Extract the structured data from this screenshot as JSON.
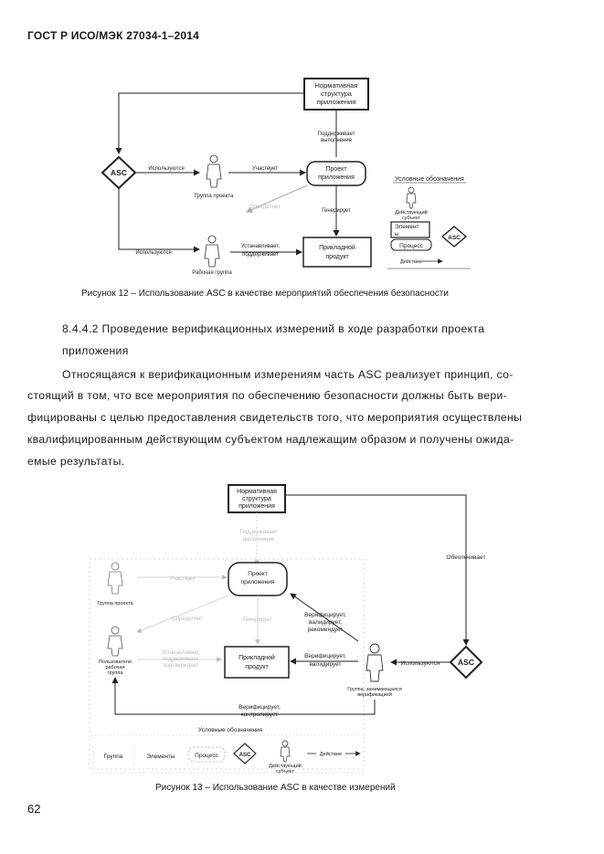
{
  "header": {
    "title": "ГОСТ Р ИСО/МЭК 27034-1–2014"
  },
  "figure12": {
    "norm_structure": [
      "Нормативная",
      "структура",
      "приложения"
    ],
    "asc": "ASC",
    "supports_executed": [
      "Поддерживает",
      "выполнение"
    ],
    "uses_top": "Используются",
    "participates": "Участвует",
    "project_group": "Группа проекта",
    "project_app": [
      "Проект",
      "приложения"
    ],
    "defines": "Определяет",
    "generates": "Генерирует",
    "uses_bottom": "Используются",
    "work_group": "Рабочая группа",
    "establishes": [
      "Устанавливает,",
      "поддерживает"
    ],
    "app_product": [
      "Прикладной",
      "продукт"
    ],
    "legend_title": "Условные обозначения",
    "legend_actor": [
      "Действующий",
      "субъект"
    ],
    "legend_elements": [
      "Элемент",
      "ы"
    ],
    "legend_process": "Процесс",
    "legend_asc": "ASC",
    "legend_action": "Действие",
    "caption": "Рисунок 12 – Использование ASC в качестве мероприятий обеспечения безопасности"
  },
  "section": {
    "heading_line1": "8.4.4.2 Проведение верификационных измерений в ходе разработки проекта",
    "heading_line2": "приложения",
    "p_line1": "Относящаяся к верификационным измерениям часть ASC реализует принцип, со-",
    "p_line2": "стоящий в том, что все мероприятия по обеспечению безопасности должны быть вери-",
    "p_line3": "фицированы с целью предоставления свидетельств того, что мероприятия осуществлены",
    "p_line4": "квалифицированным действующим субъектом надлежащим образом и получены ожида-",
    "p_line5": "емые результаты."
  },
  "figure13": {
    "norm_structure": [
      "Нормативная",
      "структура",
      "приложения"
    ],
    "faint_supports": [
      "Поддерживает",
      "выполнение"
    ],
    "ensures": "Обеспечивает",
    "project_group": "Группа проекта",
    "faint_participates": "Участвует",
    "project_app": [
      "Проект",
      "приложения"
    ],
    "faint_defines": "Определяет",
    "faint_generates": "Генерирует",
    "verifies_recommends": [
      "Верифицирует,",
      "валидирует,",
      "рекомендует"
    ],
    "work_group_users": [
      "Пользователи",
      "рабочая",
      "группа"
    ],
    "faint_establishes": [
      "Устанавливает,",
      "поддерживает,",
      "подтверждает"
    ],
    "app_product": [
      "Прикладной",
      "продукт"
    ],
    "verifies_validates": [
      "Верифицирует,",
      "валидирует"
    ],
    "uses": "Используются",
    "asc": "ASC",
    "verifying_group": [
      "Группа, занимающаяся",
      "верификацией"
    ],
    "verifies_controls": [
      "Верифицирует,",
      "контролирует"
    ],
    "legend_title": "Условные обозначения",
    "legend_group": "Группа",
    "legend_elements": "Элементы",
    "legend_process": "Процесс",
    "legend_asc": "ASC",
    "legend_actor": [
      "Действующий",
      "субъект"
    ],
    "legend_action": "Действие",
    "caption": "Рисунок 13 – Использование ASC в качестве измерений"
  },
  "page_number": "62"
}
